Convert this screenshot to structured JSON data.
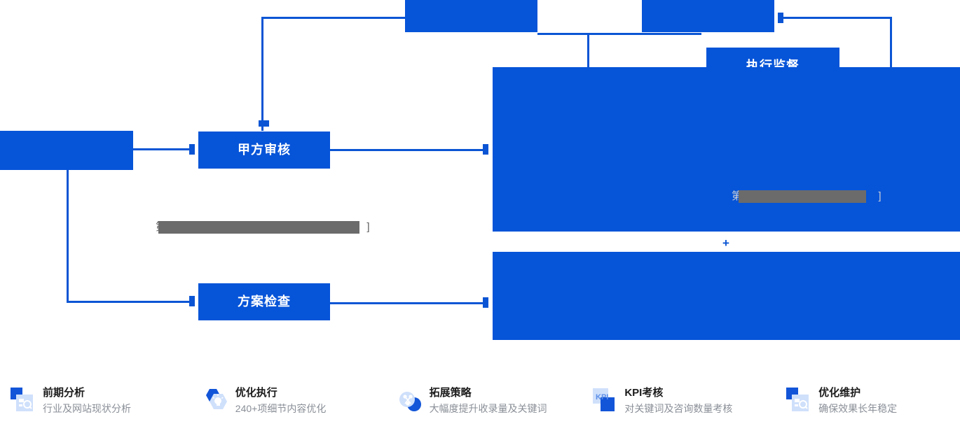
{
  "diagram": {
    "accent_blue": "#0654d8",
    "line_blue": "#0b55d4",
    "redaction_gray": "#6b6b6b",
    "plus_label": "+",
    "nodes": [
      {
        "id": "top-left-node",
        "label": ""
      },
      {
        "id": "top-right-node",
        "label": ""
      },
      {
        "id": "supervision-node",
        "label": "执行监督"
      },
      {
        "id": "left-source-node",
        "label": ""
      },
      {
        "id": "party-a-review",
        "label": "甲方审核"
      },
      {
        "id": "plan-check",
        "label": "方案检查"
      },
      {
        "id": "execution-panel",
        "label": ""
      },
      {
        "id": "results-panel",
        "label": ""
      }
    ],
    "redacted": [
      {
        "id": "redacted-note-left",
        "lead": "第",
        "trail": "]"
      },
      {
        "id": "redacted-note-right",
        "lead": "第",
        "trail": "]"
      }
    ]
  },
  "features": [
    {
      "icon": "document-search-icon",
      "title": "前期分析",
      "subtitle": "行业及网站现状分析"
    },
    {
      "icon": "hexagon-bulb-icon",
      "title": "优化执行",
      "subtitle": "240+项细节内容优化"
    },
    {
      "icon": "circles-share-icon",
      "title": "拓展策略",
      "subtitle": "大幅度提升收录量及关键词"
    },
    {
      "icon": "kpi-squares-icon",
      "title": "KPI考核",
      "subtitle": "对关键词及咨询数量考核"
    },
    {
      "icon": "maintenance-search-icon",
      "title": "优化维护",
      "subtitle": "确保效果长年稳定"
    }
  ]
}
